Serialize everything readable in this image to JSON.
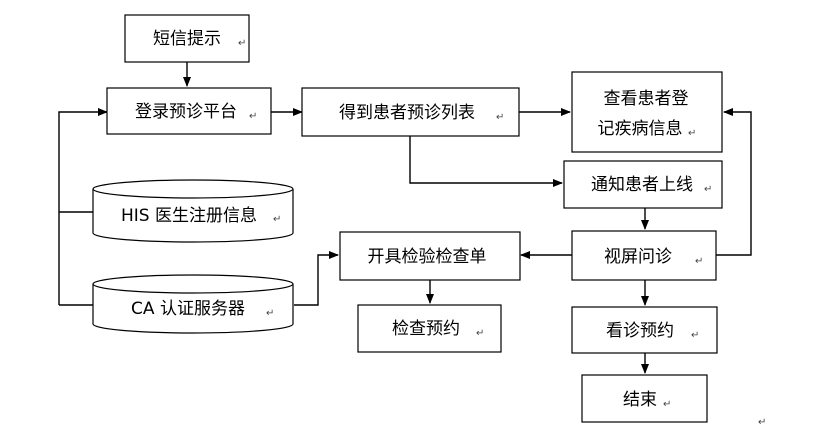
{
  "nodes": {
    "sms_prompt": "短信提示",
    "login": "登录预诊平台",
    "patient_list": "得到患者预诊列表",
    "view_info_line1": "查看患者登",
    "view_info_line2": "记疾病信息",
    "notify_online": "通知患者上线",
    "his_db": "HIS 医生注册信息",
    "ca_db": "CA 认证服务器",
    "issue_tests": "开具检验检查单",
    "video_consult": "视屏问诊",
    "exam_booking": "检查预约",
    "followup_booking": "看诊预约",
    "end": "结束"
  },
  "paragraph_mark": "↵",
  "colors": {
    "stroke": "#000000",
    "fill": "#ffffff",
    "text": "#000000"
  }
}
